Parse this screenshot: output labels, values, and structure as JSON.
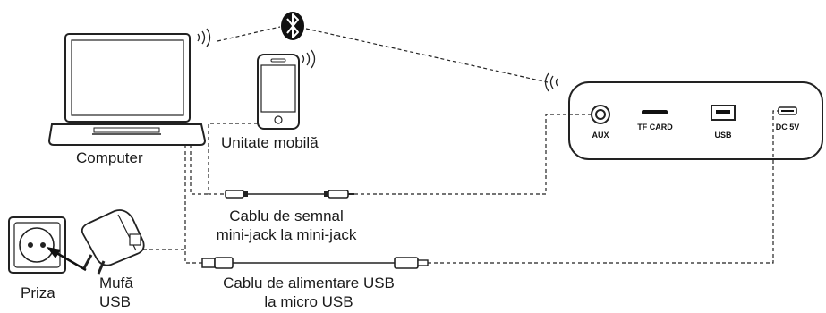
{
  "labels": {
    "computer": "Computer",
    "mobile": "Unitate mobilă",
    "audio_cable_line1": "Cablu de semnal",
    "audio_cable_line2": "mini-jack la mini-jack",
    "power_cable_line1": "Cablu de alimentare USB",
    "power_cable_line2": "la micro USB",
    "outlet": "Priza",
    "adapter_line1": "Mufă",
    "adapter_line2": "USB"
  },
  "speaker_ports": {
    "aux": "AUX",
    "tf_card": "TF CARD",
    "usb": "USB",
    "dc": "DC 5V"
  },
  "icons": {
    "wireless": "bluetooth-icon"
  },
  "colors": {
    "line": "#1a1a1a",
    "background": "#ffffff"
  }
}
